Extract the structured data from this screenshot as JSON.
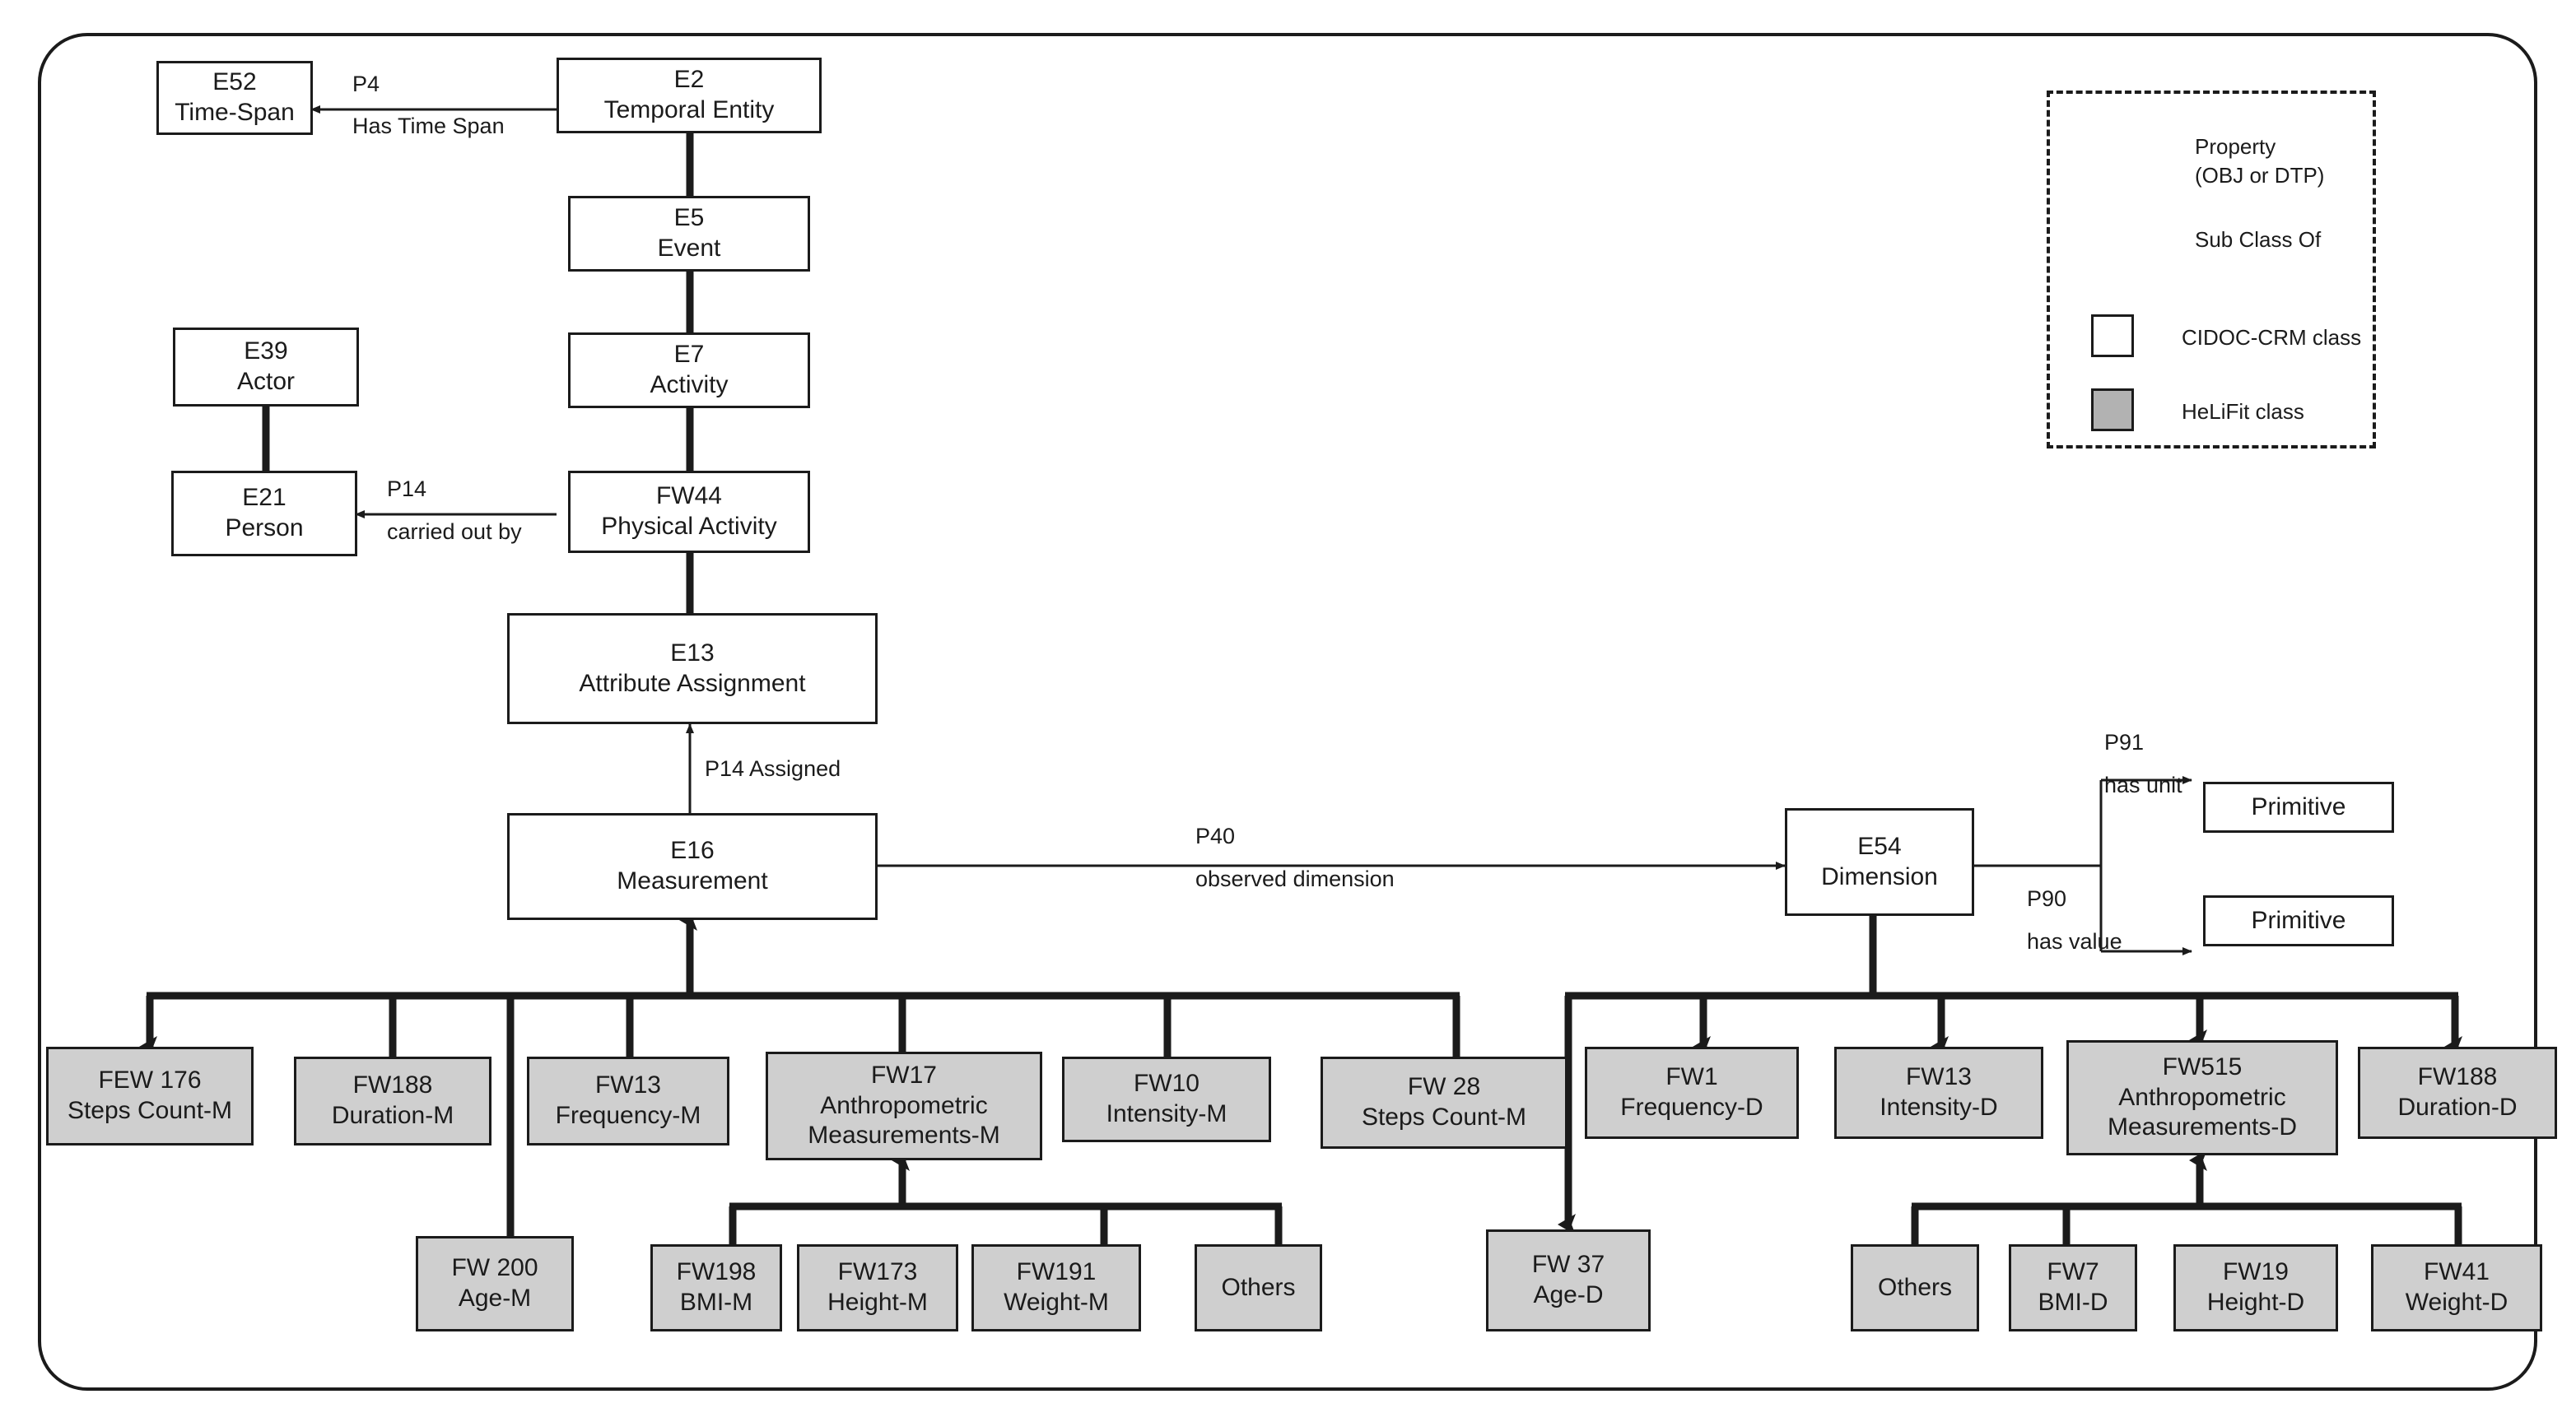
{
  "diagram": {
    "title": "HeLiFit CIDOC-CRM extension class diagram",
    "colors": {
      "line": "#1b1b1b",
      "crm_class_fill": "#ffffff",
      "helifit_class_fill": "#cfcfcf",
      "legend_helifit_swatch": "#b2b2b2"
    }
  },
  "legend": {
    "items": [
      {
        "symbol": "thin-arrow",
        "label_line1": "Property",
        "label_line2": "(OBJ or DTP)"
      },
      {
        "symbol": "thick-up-arrow",
        "label_line1": "Sub Class Of",
        "label_line2": ""
      },
      {
        "symbol": "white-square",
        "label_line1": "CIDOC-CRM class",
        "label_line2": ""
      },
      {
        "symbol": "gray-square",
        "label_line1": "HeLiFit class",
        "label_line2": ""
      }
    ]
  },
  "nodes": {
    "e52": {
      "code": "E52",
      "name": "Time-Span",
      "kind": "crm"
    },
    "e2": {
      "code": "E2",
      "name": "Temporal Entity",
      "kind": "crm"
    },
    "e5": {
      "code": "E5",
      "name": "Event",
      "kind": "crm"
    },
    "e7": {
      "code": "E7",
      "name": "Activity",
      "kind": "crm"
    },
    "e39": {
      "code": "E39",
      "name": "Actor",
      "kind": "crm"
    },
    "e21": {
      "code": "E21",
      "name": "Person",
      "kind": "crm"
    },
    "fw44": {
      "code": "FW44",
      "name": "Physical Activity",
      "kind": "crm"
    },
    "e13": {
      "code": "E13",
      "name": "Attribute Assignment",
      "kind": "crm"
    },
    "e16": {
      "code": "E16",
      "name": "Measurement",
      "kind": "crm"
    },
    "e54": {
      "code": "E54",
      "name": "Dimension",
      "kind": "crm"
    },
    "prim1": {
      "code": "",
      "name": "Primitive",
      "kind": "crm"
    },
    "prim2": {
      "code": "",
      "name": "Primitive",
      "kind": "crm"
    },
    "few176": {
      "code": "FEW 176",
      "name": "Steps Count-M",
      "kind": "helifit"
    },
    "fw188m": {
      "code": "FW188",
      "name": "Duration-M",
      "kind": "helifit"
    },
    "fw13m": {
      "code": "FW13",
      "name": "Frequency-M",
      "kind": "helifit"
    },
    "fw17m": {
      "code": "FW17",
      "name": "Anthropometric",
      "name2": "Measurements-M",
      "kind": "helifit"
    },
    "fw10m": {
      "code": "FW10",
      "name": "Intensity-M",
      "kind": "helifit"
    },
    "fw28m": {
      "code": "FW 28",
      "name": "Steps Count-M",
      "kind": "helifit"
    },
    "fw1d": {
      "code": "FW1",
      "name": "Frequency-D",
      "kind": "helifit"
    },
    "fw13d": {
      "code": "FW13",
      "name": "Intensity-D",
      "kind": "helifit"
    },
    "fw515d": {
      "code": "FW515",
      "name": "Anthropometric",
      "name2": "Measurements-D",
      "kind": "helifit"
    },
    "fw188d": {
      "code": "FW188",
      "name": "Duration-D",
      "kind": "helifit"
    },
    "fw200m": {
      "code": "FW 200",
      "name": "Age-M",
      "kind": "helifit"
    },
    "fw198m": {
      "code": "FW198",
      "name": "BMI-M",
      "kind": "helifit"
    },
    "fw173m": {
      "code": "FW173",
      "name": "Height-M",
      "kind": "helifit"
    },
    "fw191m": {
      "code": "FW191",
      "name": "Weight-M",
      "kind": "helifit"
    },
    "othersm": {
      "code": "",
      "name": "Others",
      "kind": "helifit"
    },
    "fw37d": {
      "code": "FW 37",
      "name": "Age-D",
      "kind": "helifit"
    },
    "othersd": {
      "code": "",
      "name": "Others",
      "kind": "helifit"
    },
    "fw7d": {
      "code": "FW7",
      "name": "BMI-D",
      "kind": "helifit"
    },
    "fw19d": {
      "code": "FW19",
      "name": "Height-D",
      "kind": "helifit"
    },
    "fw41d": {
      "code": "FW41",
      "name": "Weight-D",
      "kind": "helifit"
    }
  },
  "edges": {
    "p4": {
      "code": "P4",
      "phrase": "Has Time Span"
    },
    "p14": {
      "code": "P14",
      "phrase": "carried out by"
    },
    "p14a": {
      "code": "P14 Assigned",
      "phrase": ""
    },
    "p40": {
      "code": "P40",
      "phrase": "observed dimension"
    },
    "p91": {
      "code": "P91",
      "phrase": "has unit"
    },
    "p90": {
      "code": "P90",
      "phrase": "has value"
    }
  }
}
